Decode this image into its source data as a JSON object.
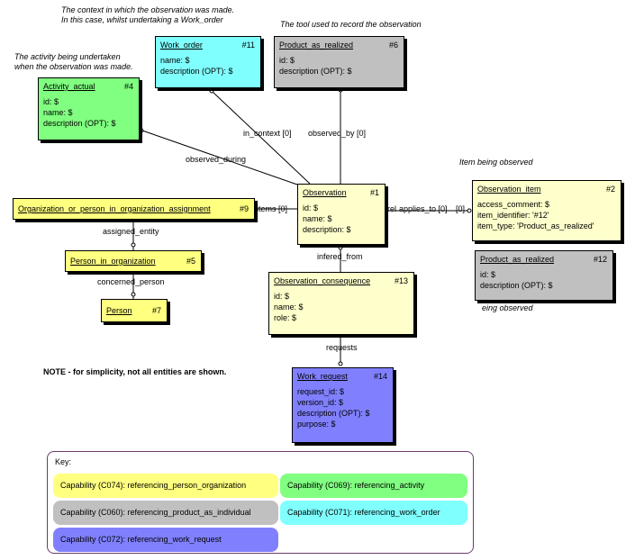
{
  "notes": {
    "context": [
      "The context in which the observation was made.",
      "In this case, whilst undertaking a Work_order"
    ],
    "tool": "The tool used to record the observation",
    "activity": [
      "The activity being undertaken",
      "when the observation was made."
    ],
    "item_top": "Item being observed",
    "item_bottom": "eing observed",
    "simplicity": "NOTE - for simplicity, not all entities are shown."
  },
  "entities": {
    "work_order": {
      "name": "Work_order",
      "num": "#11",
      "attrs": [
        "name: $",
        "description (OPT): $"
      ]
    },
    "product_realized_6": {
      "name": "Product_as_realized",
      "num": "#6",
      "attrs": [
        "id: $",
        "description (OPT): $"
      ]
    },
    "activity_actual": {
      "name": "Activity_actual",
      "num": "#4",
      "attrs": [
        "id: $",
        "name: $",
        "description (OPT): $"
      ]
    },
    "org_assignment": {
      "name": "Organization_or_person_in_organization_assignment",
      "num": "#9",
      "attrs": []
    },
    "person_in_org": {
      "name": "Person_in_organization",
      "num": "#5",
      "attrs": []
    },
    "person": {
      "name": "Person",
      "num": "#7",
      "attrs": []
    },
    "observation": {
      "name": "Observation",
      "num": "#1",
      "attrs": [
        "id: $",
        "name: $",
        "description: $"
      ]
    },
    "observation_item": {
      "name": "Observation_item",
      "num": "#2",
      "attrs": [
        "access_comment: $",
        "item_identifier: '#12'",
        "item_type: 'Product_as_realized'"
      ]
    },
    "product_realized_12": {
      "name": "Product_as_realized",
      "num": "#12",
      "attrs": [
        "id: $",
        "description (OPT): $"
      ]
    },
    "observation_consequence": {
      "name": "Observation_consequence",
      "num": "#13",
      "attrs": [
        "id: $",
        "name: $",
        "role: $"
      ]
    },
    "work_request": {
      "name": "Work_request",
      "num": "#14",
      "attrs": [
        "request_id: $",
        "version_id: $",
        "description (OPT): $",
        "purpose: $"
      ]
    }
  },
  "relations": {
    "in_context": "in_context [0]",
    "observed_by": "observed_by [0]",
    "observed_during": "observed_during",
    "items": "items [0]",
    "rel": "rel",
    "applies_to": "applies_to [0]",
    "applies_to_idx": "[0]",
    "assigned_entity": "assigned_entity",
    "concerned_person": "concerned_person",
    "infered_from": "infered_from",
    "requests": "requests"
  },
  "key": {
    "title": "Key:",
    "capabilities": [
      {
        "label": "Capability (C074): referencing_person_organization",
        "color": "#ffff80"
      },
      {
        "label": "Capability (C069): referencing_activity",
        "color": "#80ff80"
      },
      {
        "label": "Capability (C060): referencing_product_as_individual",
        "color": "#c0c0c0"
      },
      {
        "label": "Capability (C071): referencing_work_order",
        "color": "#80ffff"
      },
      {
        "label": "Capability (C072): referencing_work_request",
        "color": "#8080ff"
      }
    ]
  }
}
